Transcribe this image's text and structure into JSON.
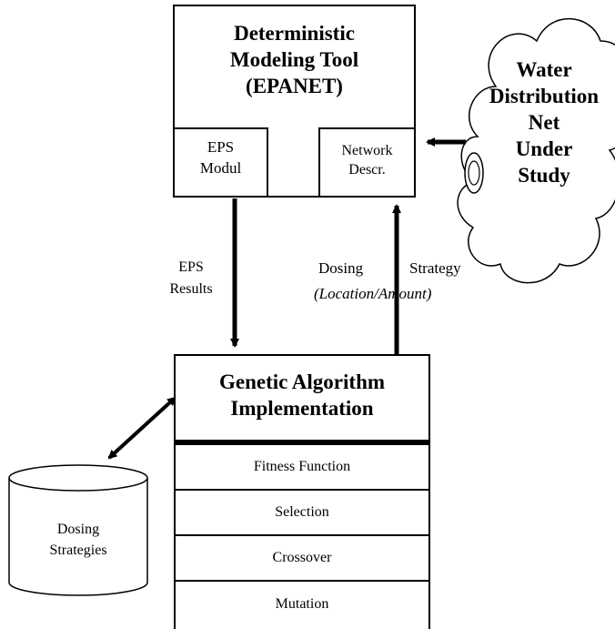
{
  "deterministic_tool": {
    "line1": "Deterministic",
    "line2": "Modeling Tool",
    "line3": "(EPANET)",
    "eps_module": {
      "line1": "EPS",
      "line2": "Modul"
    },
    "network_descr": {
      "line1": "Network",
      "line2": "Descr."
    }
  },
  "cloud": {
    "line1": "Water",
    "line2": "Distribution",
    "line3": "Net",
    "line4": "Under",
    "line5": "Study"
  },
  "eps_results": {
    "line1": "EPS",
    "line2": "Results"
  },
  "dosing_strategy": {
    "word1": "Dosing",
    "word2": "Strategy",
    "detail": "(Location/Amount)"
  },
  "genetic_algorithm": {
    "line1": "Genetic Algorithm",
    "line2": "Implementation",
    "steps": [
      "Fitness Function",
      "Selection",
      "Crossover",
      "Mutation"
    ]
  },
  "database": {
    "line1": "Dosing",
    "line2": "Strategies"
  }
}
